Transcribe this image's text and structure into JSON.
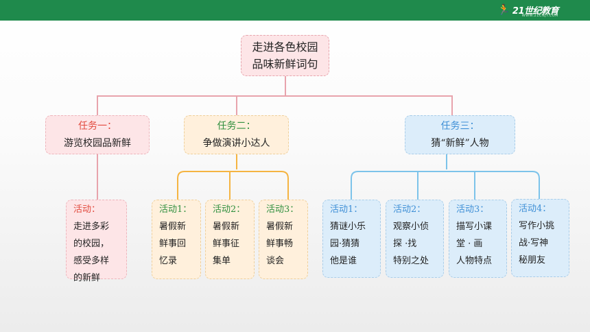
{
  "header": {
    "logo_mark": "🏃",
    "logo_text": "21世纪教育",
    "logo_sub": "WWW.21CNJY.COM"
  },
  "root": {
    "line1": "走进各色校园",
    "line2": "品味新鲜词句"
  },
  "tasks": [
    {
      "title": "任务一：",
      "name": "游览校园品新鲜"
    },
    {
      "title": "任务二：",
      "name": "争做演讲小达人"
    },
    {
      "title": "任务三：",
      "name": "猜“新鲜”人物"
    }
  ],
  "task1_activities": [
    {
      "title": "活动：",
      "body": "走进多彩\n的校园，\n感受多样\n的新鲜"
    }
  ],
  "task2_activities": [
    {
      "title": "活动1：",
      "body": "暑假新\n鲜事回\n忆录"
    },
    {
      "title": "活动2：",
      "body": "暑假新\n鲜事征\n集单"
    },
    {
      "title": "活动3：",
      "body": "暑假新\n鲜事畅\n谈会"
    }
  ],
  "task3_activities": [
    {
      "title": "活动1：",
      "body": "猜谜小乐\n园·猜猜\n他是谁"
    },
    {
      "title": "活动2：",
      "body": "观察小侦\n探 ·找\n特别之处"
    },
    {
      "title": "活动3：",
      "body": "描写小课\n堂 · 画\n人物特点"
    },
    {
      "title": "活动4：",
      "body": "写作小挑\n战·写神\n秘朋友"
    }
  ],
  "colors": {
    "header_bar": "#1f8a4c",
    "task1": "#e24a3e",
    "task2": "#2f8f3e",
    "task3": "#3e8fd6",
    "line_pink": "#e8a3ac",
    "line_orange": "#f5b441",
    "line_blue": "#7cc3ea"
  }
}
